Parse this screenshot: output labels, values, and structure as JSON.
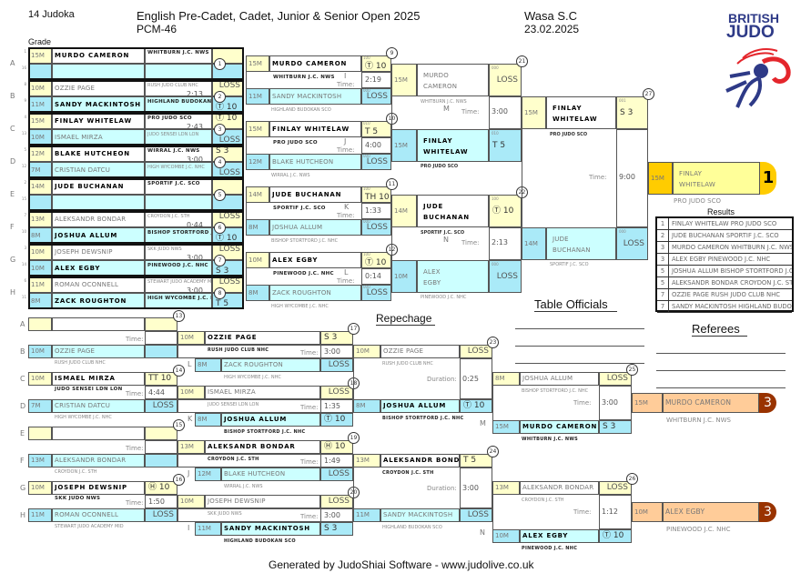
{
  "header": {
    "count": "14 Judoka",
    "title": "English Pre-Cadet, Cadet, Junior & Senior Open 2025",
    "category": "PCM-46",
    "venue": "Wasa S.C",
    "date": "23.02.2025",
    "grade_label": "Grade"
  },
  "logo": {
    "line1": "BRITISH",
    "line2": "JUDO",
    "navy": "#2e3a87",
    "red": "#e4262c"
  },
  "colors": {
    "yellow": "#ffffcc",
    "cyan": "#aaeaf8",
    "light_cyan": "#ccffff",
    "gold": "#ffcc00",
    "bronze": "#ffcc99",
    "bronze_pill": "#993300"
  },
  "main": {
    "round1": [
      {
        "letter": "A",
        "match": "1",
        "time": "",
        "winner": "top",
        "top": {
          "seed": "1",
          "grade": "15M",
          "name": "MURDO CAMERON",
          "club": "WHITBURN J.C. NWS",
          "result": ""
        },
        "bottom": {
          "seed": "16",
          "grade": "",
          "name": "",
          "club": "",
          "result": ""
        }
      },
      {
        "letter": "B",
        "match": "2",
        "time": "2:13",
        "winner": "bottom",
        "top": {
          "seed": "8",
          "grade": "10M",
          "name": "OZZIE PAGE",
          "club": "RUSH JUDO CLUB NHC",
          "result": "LOSS"
        },
        "bottom": {
          "seed": "9",
          "grade": "11M",
          "name": "SANDY MACKINTOSH",
          "club": "HIGHLAND BUDOKAN SCO",
          "result": "Ⓣ 10"
        }
      },
      {
        "letter": "C",
        "match": "3",
        "time": "2:43",
        "winner": "top",
        "top": {
          "seed": "4",
          "grade": "15M",
          "name": "FINLAY WHITELAW",
          "club": "PRO JUDO SCO",
          "result": "Ⓣ 10"
        },
        "bottom": {
          "seed": "13",
          "grade": "10M",
          "name": "ISMAEL MIRZA",
          "club": "JUDO SENSEI LDN LON",
          "result": "LOSS"
        }
      },
      {
        "letter": "D",
        "match": "4",
        "time": "3:00",
        "winner": "top",
        "top": {
          "seed": "5",
          "grade": "12M",
          "name": "BLAKE HUTCHEON",
          "club": "WIRRAL J.C. NWS",
          "result": "S 3"
        },
        "bottom": {
          "seed": "12",
          "grade": "7M",
          "name": "CRISTIAN DATCU",
          "club": "HIGH WYCOMBE J.C. NHC",
          "result": "LOSS"
        }
      },
      {
        "letter": "E",
        "match": "5",
        "time": "",
        "winner": "top",
        "top": {
          "seed": "2",
          "grade": "14M",
          "name": "JUDE BUCHANAN",
          "club": "SPORTIF J.C. SCO",
          "result": ""
        },
        "bottom": {
          "seed": "15",
          "grade": "",
          "name": "",
          "club": "",
          "result": ""
        }
      },
      {
        "letter": "F",
        "match": "6",
        "time": "0:44",
        "winner": "bottom",
        "top": {
          "seed": "7",
          "grade": "13M",
          "name": "ALEKSANDR BONDAR",
          "club": "CROYDON J.C. STH",
          "result": "LOSS"
        },
        "bottom": {
          "seed": "10",
          "grade": "8M",
          "name": "JOSHUA ALLUM",
          "club": "BISHOP STORTFORD J.C. NHC",
          "result": "Ⓣ 10"
        }
      },
      {
        "letter": "G",
        "match": "7",
        "time": "3:00",
        "winner": "bottom",
        "top": {
          "seed": "3",
          "grade": "10M",
          "name": "JOSEPH DEWSNIP",
          "club": "SKK JUDO NWS",
          "result": "LOSS"
        },
        "bottom": {
          "seed": "14",
          "grade": "10M",
          "name": "ALEX EGBY",
          "club": "PINEWOOD J.C. NHC",
          "result": "S 3"
        }
      },
      {
        "letter": "H",
        "match": "8",
        "time": "3:00",
        "winner": "bottom",
        "top": {
          "seed": "6",
          "grade": "11M",
          "name": "ROMAN OCONNELL",
          "club": "STEWART JUDO ACADEMY MID",
          "result": "LOSS"
        },
        "bottom": {
          "seed": "11",
          "grade": "8M",
          "name": "ZACK ROUGHTON",
          "club": "HIGH WYCOMBE J.C. NHC",
          "result": "T 5"
        }
      }
    ],
    "round2": [
      {
        "match": "9",
        "letter": "I",
        "time_label": "Time:",
        "time": "2:19",
        "top": {
          "grade": "15M",
          "name": "MURDO CAMERON",
          "club": "WHITBURN J.C. NWS",
          "result": "Ⓣ 10",
          "code": "100"
        },
        "bottom": {
          "grade": "11M",
          "name": "SANDY MACKINTOSH",
          "club": "HIGHLAND BUDOKAN SCO",
          "result": "LOSS",
          "code": "000"
        }
      },
      {
        "match": "10",
        "letter": "J",
        "time_label": "Time:",
        "time": "4:00",
        "top": {
          "grade": "15M",
          "name": "FINLAY WHITELAW",
          "club": "PRO JUDO SCO",
          "result": "T 5",
          "code": "010"
        },
        "bottom": {
          "grade": "12M",
          "name": "BLAKE HUTCHEON",
          "club": "WIRRAL J.C. NWS",
          "result": "LOSS",
          "code": "000"
        }
      },
      {
        "match": "11",
        "letter": "K",
        "time_label": "Time:",
        "time": "1:33",
        "top": {
          "grade": "14M",
          "name": "JUDE BUCHANAN",
          "club": "SPORTIF J.C. SCO",
          "result": "TH 10",
          "code": "100"
        },
        "bottom": {
          "grade": "8M",
          "name": "JOSHUA ALLUM",
          "club": "BISHOP STORTFORD J.C. NHC",
          "result": "LOSS",
          "code": "000"
        }
      },
      {
        "match": "12",
        "letter": "L",
        "time_label": "Time:",
        "time": "0:14",
        "top": {
          "grade": "10M",
          "name": "ALEX EGBY",
          "club": "PINEWOOD J.C. NHC",
          "result": "Ⓣ 10",
          "code": "100"
        },
        "bottom": {
          "grade": "8M",
          "name": "ZACK ROUGHTON",
          "club": "HIGH WYCOMBE J.C. NHC",
          "result": "LOSS",
          "code": "000"
        }
      }
    ],
    "semis": [
      {
        "match": "21",
        "letter": "M",
        "time_label": "Time:",
        "time": "3:00",
        "winner": "bottom",
        "top": {
          "grade": "15M",
          "name1": "MURDO",
          "name2": "CAMERON",
          "club": "WHITBURN J.C. NWS",
          "result": "LOSS",
          "code": "000"
        },
        "bottom": {
          "grade": "15M",
          "name1": "FINLAY",
          "name2": "WHITELAW",
          "club": "PRO JUDO SCO",
          "result": "T 5",
          "code": "010"
        }
      },
      {
        "match": "22",
        "letter": "N",
        "time_label": "Time:",
        "time": "2:13",
        "winner": "top",
        "top": {
          "grade": "14M",
          "name1": "JUDE",
          "name2": "BUCHANAN",
          "club": "SPORTIF J.C. SCO",
          "result": "Ⓣ 10",
          "code": "100"
        },
        "bottom": {
          "grade": "10M",
          "name1": "ALEX",
          "name2": "EGBY",
          "club": "PINEWOOD J.C. NHC",
          "result": "LOSS",
          "code": "000"
        }
      }
    ],
    "final": {
      "match": "27",
      "time_label": "Time:",
      "time": "9:00",
      "top": {
        "grade": "15M",
        "name1": "FINLAY",
        "name2": "WHITELAW",
        "club": "PRO JUDO SCO",
        "result": "S 3",
        "code": "001"
      },
      "bottom": {
        "grade": "14M",
        "name1": "JUDE",
        "name2": "BUCHANAN",
        "club": "SPORTIF J.C. SCO",
        "result": "LOSS",
        "code": "000"
      }
    },
    "winner": {
      "grade": "15M",
      "name1": "FINLAY",
      "name2": "WHITELAW",
      "club": "PRO JUDO SCO",
      "place": "1"
    }
  },
  "results": {
    "title": "Results",
    "rows": [
      {
        "place": "1",
        "text": "FINLAY WHITELAW PRO JUDO SCO"
      },
      {
        "place": "2",
        "text": "JUDE BUCHANAN SPORTIF J.C. SCO"
      },
      {
        "place": "3",
        "text": "MURDO CAMERON WHITBURN J.C. NWS"
      },
      {
        "place": "3",
        "text": "ALEX EGBY PINEWOOD J.C. NHC"
      },
      {
        "place": "5",
        "text": "JOSHUA ALLUM BISHOP STORTFORD J.C. NHC"
      },
      {
        "place": "5",
        "text": "ALEKSANDR BONDAR CROYDON J.C. STH"
      },
      {
        "place": "7",
        "text": "OZZIE PAGE RUSH JUDO CLUB NHC"
      },
      {
        "place": "7",
        "text": "SANDY MACKINTOSH HIGHLAND BUDOKAN SCO"
      }
    ]
  },
  "officials": {
    "table_title": "Table Officials",
    "referees_title": "Referees"
  },
  "repechage": {
    "title": "Repechage",
    "round1": [
      {
        "match": "13",
        "time_label": "Time:",
        "time": "",
        "winner": "",
        "top": {
          "letter": "A",
          "grade": "",
          "name": "",
          "club": "",
          "result": ""
        },
        "bottom": {
          "letter": "B",
          "grade": "10M",
          "name": "OZZIE PAGE",
          "club": "RUSH JUDO CLUB NHC",
          "result": ""
        }
      },
      {
        "match": "14",
        "time_label": "Time:",
        "time": "4:44",
        "winner": "top",
        "top": {
          "letter": "C",
          "grade": "10M",
          "name": "ISMAEL MIRZA",
          "club": "JUDO SENSEI LDN LON",
          "result": "TT 10"
        },
        "bottom": {
          "letter": "D",
          "grade": "7M",
          "name": "CRISTIAN DATCU",
          "club": "HIGH WYCOMBE J.C. NHC",
          "result": "LOSS"
        }
      },
      {
        "match": "15",
        "time_label": "Time:",
        "time": "",
        "winner": "",
        "top": {
          "letter": "E",
          "grade": "",
          "name": "",
          "club": "",
          "result": ""
        },
        "bottom": {
          "letter": "F",
          "grade": "13M",
          "name": "ALEKSANDR BONDAR",
          "club": "CROYDON J.C. STH",
          "result": ""
        }
      },
      {
        "match": "16",
        "time_label": "Time:",
        "time": "1:50",
        "winner": "top",
        "top": {
          "letter": "G",
          "grade": "10M",
          "name": "JOSEPH DEWSNIP",
          "club": "SKK JUDO NWS",
          "result": "Ⓗ 10"
        },
        "bottom": {
          "letter": "H",
          "grade": "11M",
          "name": "ROMAN OCONNELL",
          "club": "STEWART JUDO ACADEMY MID",
          "result": "LOSS"
        }
      }
    ],
    "round2": [
      {
        "match": "17",
        "letter": "L",
        "time_label": "Time:",
        "time": "3:00",
        "winner": "top",
        "top": {
          "grade": "10M",
          "name": "OZZIE PAGE",
          "club": "RUSH JUDO CLUB NHC",
          "result": "S 3"
        },
        "bottom": {
          "grade": "8M",
          "name": "ZACK ROUGHTON",
          "club": "HIGH WYCOMBE J.C. NHC",
          "result": "LOSS"
        }
      },
      {
        "match": "18",
        "letter": "K",
        "time_label": "Time:",
        "time": "1:35",
        "winner": "bottom",
        "top": {
          "grade": "10M",
          "name": "ISMAEL MIRZA",
          "club": "JUDO SENSEI LDN LON",
          "result": "LOSS"
        },
        "bottom": {
          "grade": "8M",
          "name": "JOSHUA ALLUM",
          "club": "BISHOP STORTFORD J.C. NHC",
          "result": "Ⓣ 10"
        }
      },
      {
        "match": "19",
        "letter": "J",
        "time_label": "Time:",
        "time": "1:49",
        "winner": "top",
        "top": {
          "grade": "13M",
          "name": "ALEKSANDR BONDAR",
          "club": "CROYDON J.C. STH",
          "result": "Ⓗ 10"
        },
        "bottom": {
          "grade": "12M",
          "name": "BLAKE HUTCHEON",
          "club": "WIRRAL J.C. NWS",
          "result": "LOSS"
        }
      },
      {
        "match": "20",
        "letter": "I",
        "time_label": "Time:",
        "time": "3:00",
        "winner": "bottom",
        "top": {
          "grade": "10M",
          "name": "JOSEPH DEWSNIP",
          "club": "SKK JUDO NWS",
          "result": "LOSS"
        },
        "bottom": {
          "grade": "11M",
          "name": "SANDY MACKINTOSH",
          "club": "HIGHLAND BUDOKAN SCO",
          "result": "S 3"
        }
      }
    ],
    "round3": [
      {
        "match": "23",
        "time_label": "Duration:",
        "time": "0:25",
        "winner": "bottom",
        "top": {
          "grade": "10M",
          "name": "OZZIE PAGE",
          "club": "RUSH JUDO CLUB NHC",
          "result": "LOSS"
        },
        "bottom": {
          "grade": "8M",
          "name": "JOSHUA ALLUM",
          "club": "BISHOP STORTFORD J.C. NHC",
          "result": "Ⓣ 10"
        }
      },
      {
        "match": "24",
        "time_label": "Duration:",
        "time": "3:00",
        "winner": "top",
        "top": {
          "grade": "13M",
          "name": "ALEKSANDR BONDAR",
          "club": "CROYDON J.C. STH",
          "result": "T 5"
        },
        "bottom": {
          "grade": "11M",
          "name": "SANDY MACKINTOSH",
          "club": "HIGHLAND BUDOKAN SCO",
          "result": "LOSS"
        }
      }
    ],
    "bronze": [
      {
        "match": "25",
        "letter": "M",
        "time_label": "Time:",
        "time": "3:00",
        "winner": "bottom",
        "top": {
          "grade": "8M",
          "name": "JOSHUA ALLUM",
          "club": "BISHOP STORTFORD J.C. NHC",
          "result": "LOSS"
        },
        "bottom": {
          "grade": "15M",
          "name": "MURDO CAMERON",
          "club": "WHITBURN J.C. NWS",
          "result": "S 3"
        }
      },
      {
        "match": "26",
        "letter": "N",
        "time_label": "Time:",
        "time": "1:12",
        "winner": "bottom",
        "top": {
          "grade": "13M",
          "name": "ALEKSANDR BONDAR",
          "club": "CROYDON J.C. STH",
          "result": "LOSS"
        },
        "bottom": {
          "grade": "10M",
          "name": "ALEX EGBY",
          "club": "PINEWOOD J.C. NHC",
          "result": "Ⓣ 10"
        }
      }
    ],
    "medals": [
      {
        "grade": "15M",
        "name": "MURDO CAMERON",
        "club": "WHITBURN J.C. NWS",
        "place": "3"
      },
      {
        "grade": "10M",
        "name": "ALEX EGBY",
        "club": "PINEWOOD J.C. NHC",
        "place": "3"
      }
    ]
  },
  "footer": {
    "text": "Generated by JudoShiai Software - www.judolive.co.uk"
  }
}
